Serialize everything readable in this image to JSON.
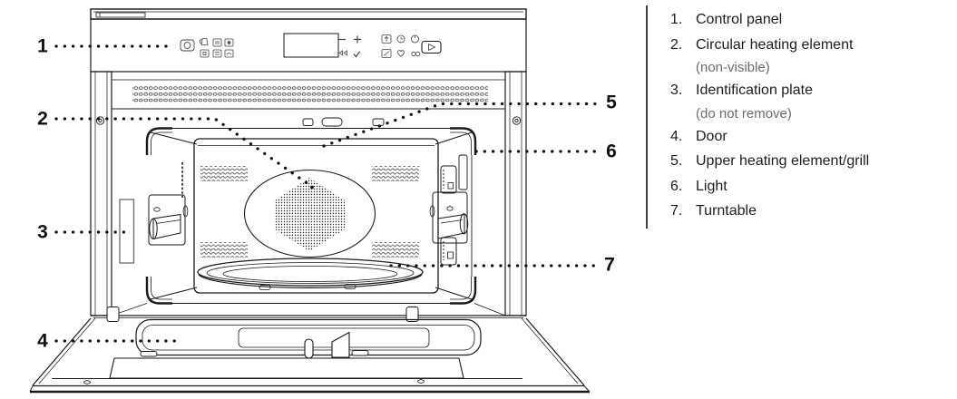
{
  "figure": {
    "kind": "appliance parts diagram",
    "subject": "built-in microwave oven, front view with door open"
  },
  "colors": {
    "line": "#1a1a1a",
    "text": "#1d1d1d",
    "note_text": "#6c6c6c",
    "background": "#ffffff"
  },
  "callouts": [
    {
      "num": "1"
    },
    {
      "num": "2"
    },
    {
      "num": "3"
    },
    {
      "num": "4"
    },
    {
      "num": "5"
    },
    {
      "num": "6"
    },
    {
      "num": "7"
    }
  ],
  "legend": {
    "rows": [
      {
        "num": "1.",
        "text": "Control panel",
        "style": "item"
      },
      {
        "num": "2.",
        "text": "Circular heating element",
        "style": "item"
      },
      {
        "num": "",
        "text": "(non-visible)",
        "style": "note"
      },
      {
        "num": "3.",
        "text": "Identification plate",
        "style": "item"
      },
      {
        "num": "",
        "text": "(do not remove)",
        "style": "note"
      },
      {
        "num": "4.",
        "text": "Door",
        "style": "item"
      },
      {
        "num": "5.",
        "text": "Upper heating element/grill",
        "style": "item"
      },
      {
        "num": "6.",
        "text": "Light",
        "style": "item"
      },
      {
        "num": "7.",
        "text": "Turntable",
        "style": "item"
      }
    ]
  },
  "control_panel": {
    "icons": [
      "power-icon",
      "kettle-icon",
      "grill-icon",
      "fan-icon",
      "defrost-icon",
      "steam-icon",
      "crisp-icon",
      "minus-icon",
      "back-icon",
      "display-window",
      "plus-icon",
      "confirm-check-icon",
      "lift-icon",
      "clock-icon",
      "standby-icon",
      "clean-icon",
      "favorite-heart-icon",
      "special-icon",
      "start-icon"
    ]
  }
}
